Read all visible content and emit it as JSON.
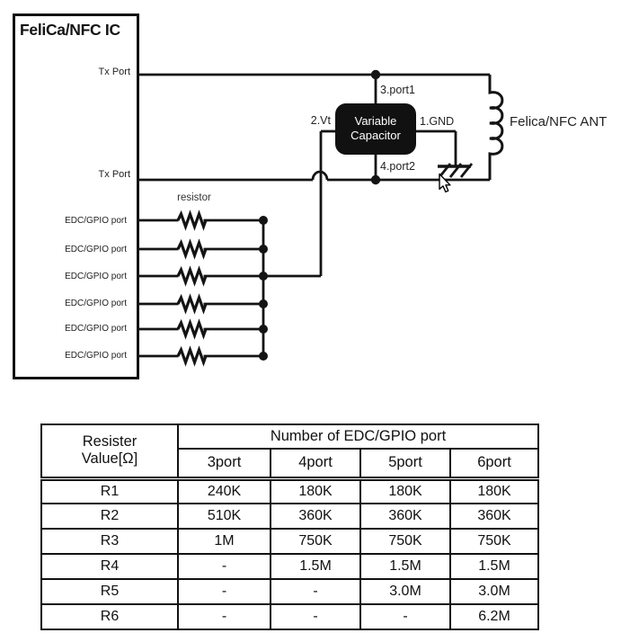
{
  "diagram": {
    "ic": {
      "title": "FeliCa/NFC IC",
      "tx_port_1": "Tx Port",
      "tx_port_2": "Tx Port",
      "gpio_ports": [
        "EDC/GPIO port",
        "EDC/GPIO port",
        "EDC/GPIO port",
        "EDC/GPIO port",
        "EDC/GPIO port",
        "EDC/GPIO port"
      ]
    },
    "resistor_label": "resistor",
    "capacitor": {
      "line1": "Variable",
      "line2": "Capacitor",
      "pin_top": "3.port1",
      "pin_left": "2.Vt",
      "pin_right": "1.GND",
      "pin_bottom": "4.port2"
    },
    "antenna_label": "Felica/NFC ANT"
  },
  "table": {
    "corner_header_line1": "Resister",
    "corner_header_line2": "Value[Ω]",
    "group_header": "Number of EDC/GPIO port",
    "port_headers": [
      "3port",
      "4port",
      "5port",
      "6port"
    ],
    "rows": [
      {
        "name": "R1",
        "values": [
          "240K",
          "180K",
          "180K",
          "180K"
        ]
      },
      {
        "name": "R2",
        "values": [
          "510K",
          "360K",
          "360K",
          "360K"
        ]
      },
      {
        "name": "R3",
        "values": [
          "1M",
          "750K",
          "750K",
          "750K"
        ]
      },
      {
        "name": "R4",
        "values": [
          "-",
          "1.5M",
          "1.5M",
          "1.5M"
        ]
      },
      {
        "name": "R5",
        "values": [
          "-",
          "-",
          "3.0M",
          "3.0M"
        ]
      },
      {
        "name": "R6",
        "values": [
          "-",
          "-",
          "-",
          "6.2M"
        ]
      }
    ]
  },
  "colors": {
    "ink": "#141414",
    "background": "#ffffff"
  }
}
